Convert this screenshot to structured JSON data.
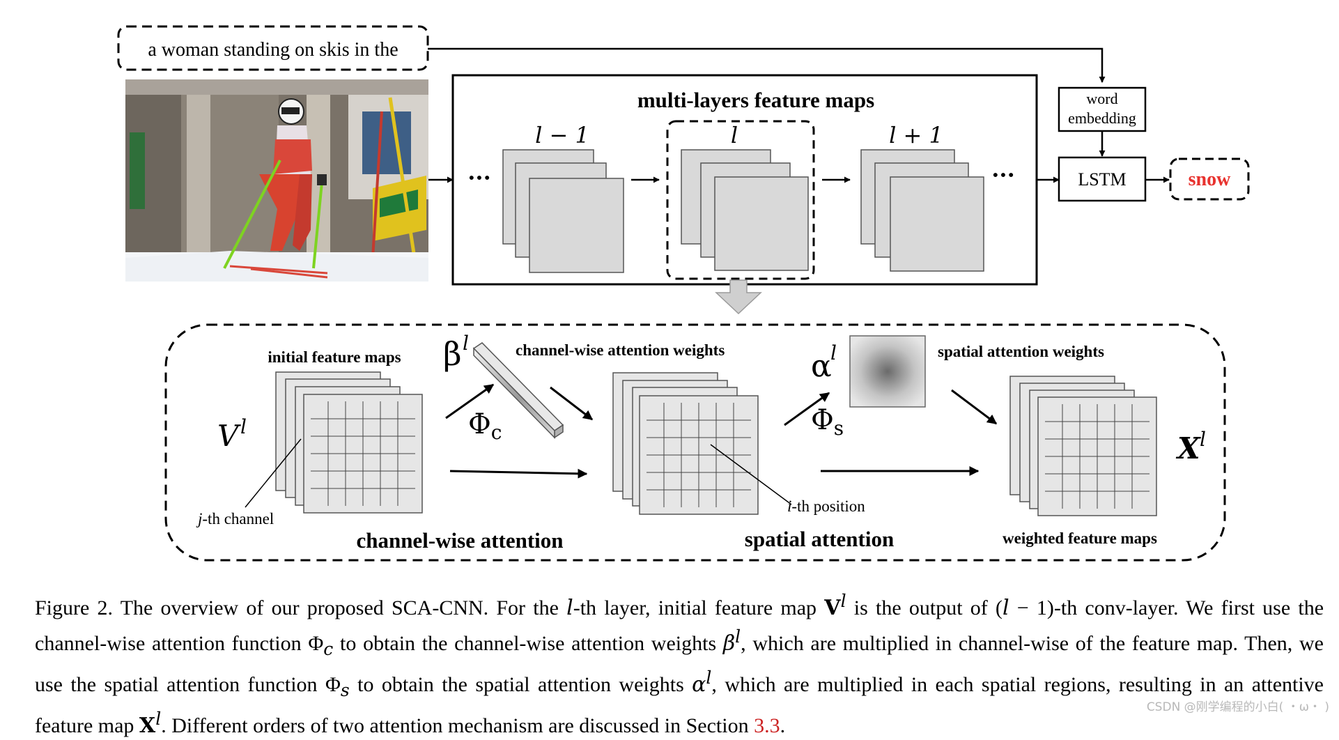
{
  "figure": {
    "caption_input_text": "a woman standing on skis in the",
    "photo_alt": "woman standing on skis",
    "multi_layers_title": "multi-layers feature maps",
    "layer_labels": [
      "l − 1",
      "l",
      "l + 1"
    ],
    "ellipsis": "···",
    "word_embedding": [
      "word",
      "embedding"
    ],
    "lstm": "LSTM",
    "output_word": "snow",
    "initial_feature_maps": "initial feature maps",
    "v_label": "V",
    "superscript_l": "l",
    "beta_label": "β",
    "phi_c": "Φ",
    "phi_c_sub": "c",
    "channel_weights_label": "channel-wise attention weights",
    "alpha_label": "α",
    "phi_s": "Φ",
    "phi_s_sub": "s",
    "spatial_weights_label": "spatial attention weights",
    "x_label": "X",
    "j_channel": [
      "j",
      "-th channel"
    ],
    "i_position": [
      "i",
      "-th position"
    ],
    "channel_wise_attention": "channel-wise attention",
    "spatial_attention": "spatial attention",
    "weighted_feature_maps": "weighted feature maps",
    "colors": {
      "output_red": "#e8322e",
      "map_gray": "#d9d9d9",
      "arrow_gray": "#c8c8c8"
    }
  },
  "caption": {
    "p1": "Figure 2. The overview of our proposed SCA-CNN. For the ",
    "l1": "l",
    "p2": "-th layer, initial feature map ",
    "V": "V",
    "sup1": "l",
    "p3": " is the output of (",
    "l2": "l",
    "p4": " − 1)-th conv-layer. We first use the channel-wise attention function ",
    "phi_c": "Φ",
    "sub_c": "c",
    "p5": " to obtain the channel-wise attention weights ",
    "beta": "β",
    "sup2": "l",
    "p6": ", which are multiplied in channel-wise of the feature map. Then, we use the spatial attention function ",
    "phi_s": "Φ",
    "sub_s": "s",
    "p7": " to obtain the spatial attention weights ",
    "alpha": "α",
    "sup3": "l",
    "p8": ", which are multiplied in each spatial regions, resulting in an attentive feature map ",
    "X": "X",
    "sup4": "l",
    "p9": ". Different orders of two attention mechanism are discussed in Section ",
    "ref": "3.3",
    "p10": "."
  },
  "watermark": "CSDN @刚学编程的小白( ・ω・ )"
}
